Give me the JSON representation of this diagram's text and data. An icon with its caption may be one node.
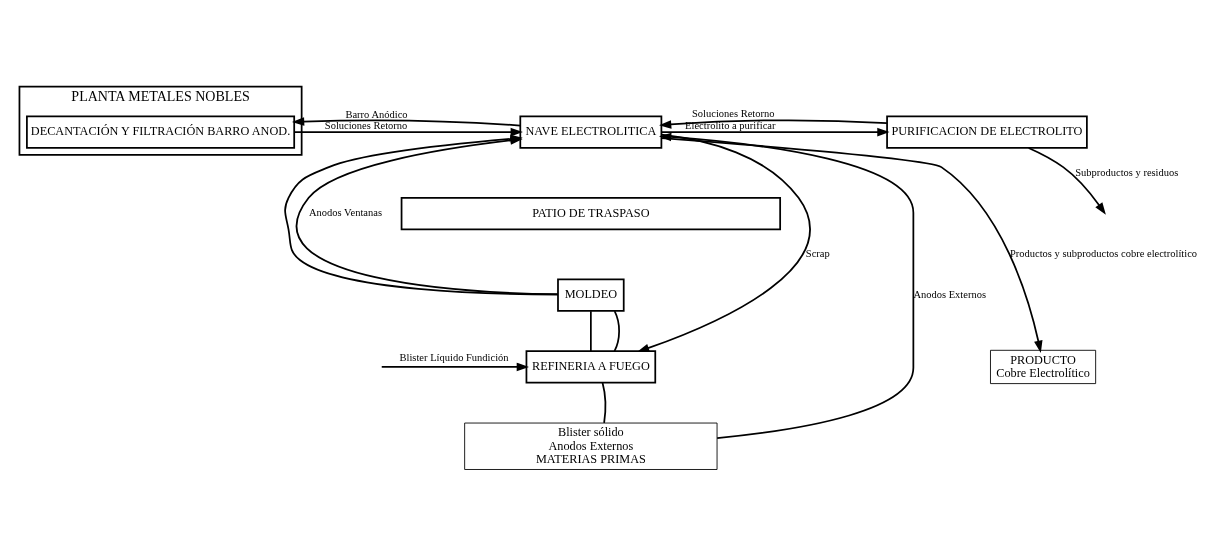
{
  "diagram": {
    "nodes": [
      {
        "text": [
          "PLANTA METALES NOBLES"
        ]
      },
      {
        "text": [
          "DECANTACIÓN Y FILTRACIÓN BARRO ANOD."
        ],
        "in": 0
      },
      {
        "text": [
          "NAVE ELECTROLITICA"
        ]
      },
      {
        "text": [
          "PURIFICACION DE ELECTROLITO"
        ]
      },
      {
        "text": [
          "PATIO DE TRASPASO"
        ]
      },
      {
        "text": [
          "MOLDEO"
        ]
      },
      {
        "text": [
          "REFINERIA A FUEGO"
        ]
      },
      {
        "text": [
          "Blister sólido",
          "Anodos Externos",
          "MATERIAS PRIMAS"
        ]
      },
      {
        "text": [
          "PRODUCTO",
          "Cobre Electrolítico"
        ]
      }
    ],
    "edges": [
      {
        "from": 1,
        "to": 2,
        "arrow": "to",
        "label": "Soluciones Retorno"
      },
      {
        "from": 2,
        "to": 1,
        "arrow": "to",
        "label": "Barro Anódico"
      },
      {
        "from": 2,
        "to": 3,
        "arrow": "to",
        "label": "Electrolito a purificar"
      },
      {
        "from": 3,
        "to": 2,
        "arrow": "to",
        "label": "Soluciones Retorno"
      },
      {
        "from": 3,
        "to": null,
        "arrow": "to",
        "label": "Subproductos y residuos"
      },
      {
        "from": 5,
        "to": 2,
        "arrow": "to",
        "label": "Anodos Ventanas"
      },
      {
        "from": 5,
        "to": 2,
        "arrow": "to"
      },
      {
        "from": 6,
        "to": 5,
        "arrow": "none"
      },
      {
        "from": 6,
        "to": 5,
        "arrow": "none"
      },
      {
        "from": 2,
        "to": 6,
        "arrow": "to",
        "label": "Scrap"
      },
      {
        "from": 7,
        "to": 2,
        "arrow": "to",
        "label": "Anodos Externos"
      },
      {
        "from": 7,
        "to": 6,
        "arrow": "none"
      },
      {
        "from": null,
        "to": 6,
        "arrow": "to",
        "label": "Blister Líquido Fundición"
      },
      {
        "from": 2,
        "to": 8,
        "arrow": "to",
        "label": "Productos y subproductos cobre electrolítico"
      }
    ]
  }
}
